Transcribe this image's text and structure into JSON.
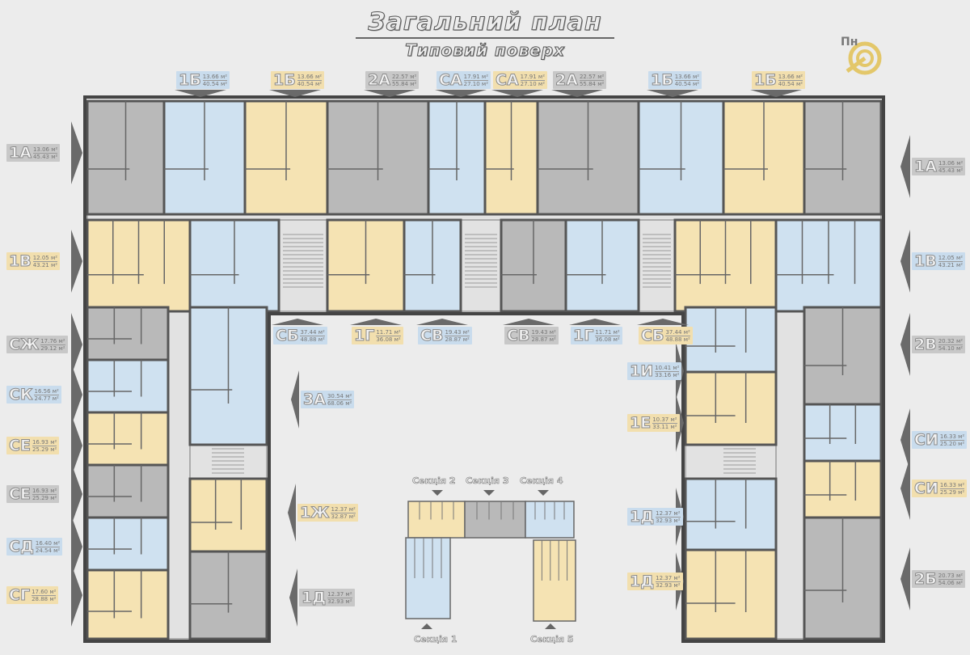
{
  "header": {
    "title": "Загальний план",
    "subtitle": "Типовий поверх",
    "logo_text": "Пн"
  },
  "unit": "м²",
  "colors": {
    "gray": "#b9b9b9",
    "blue": "#cfe1f0",
    "yellow": "#f5e3b3",
    "wall": "#555555",
    "background": "#ececec"
  },
  "labels": {
    "top": [
      {
        "code": "1Б",
        "living": "13.66",
        "total": "40.54",
        "color": "blue"
      },
      {
        "code": "1Б",
        "living": "13.66",
        "total": "40.54",
        "color": "yellow"
      },
      {
        "code": "2А",
        "living": "22.57",
        "total": "55.84",
        "color": "gray"
      },
      {
        "code": "СА",
        "living": "17.91",
        "total": "27.10",
        "color": "blue"
      },
      {
        "code": "СА",
        "living": "17.91",
        "total": "27.10",
        "color": "yellow"
      },
      {
        "code": "2А",
        "living": "22.57",
        "total": "55.84",
        "color": "gray"
      },
      {
        "code": "1Б",
        "living": "13.66",
        "total": "40.54",
        "color": "blue"
      },
      {
        "code": "1Б",
        "living": "13.66",
        "total": "40.54",
        "color": "yellow"
      }
    ],
    "left": [
      {
        "code": "1А",
        "living": "13.06",
        "total": "45.43",
        "color": "gray"
      },
      {
        "code": "1В",
        "living": "12.05",
        "total": "43.21",
        "color": "yellow"
      },
      {
        "code": "СЖ",
        "living": "17.76",
        "total": "29.12",
        "color": "gray"
      },
      {
        "code": "СК",
        "living": "16.56",
        "total": "24.77",
        "color": "blue"
      },
      {
        "code": "СЕ",
        "living": "16.93",
        "total": "25.29",
        "color": "yellow"
      },
      {
        "code": "СЕ",
        "living": "16.93",
        "total": "25.29",
        "color": "gray"
      },
      {
        "code": "СД",
        "living": "16.40",
        "total": "24.54",
        "color": "blue"
      },
      {
        "code": "СГ",
        "living": "17.60",
        "total": "28.88",
        "color": "yellow"
      }
    ],
    "right": [
      {
        "code": "1А",
        "living": "13.06",
        "total": "45.43",
        "color": "gray"
      },
      {
        "code": "1В",
        "living": "12.05",
        "total": "43.21",
        "color": "blue"
      },
      {
        "code": "2В",
        "living": "20.32",
        "total": "54.10",
        "color": "gray"
      },
      {
        "code": "СИ",
        "living": "16.33",
        "total": "25.20",
        "color": "blue"
      },
      {
        "code": "СИ",
        "living": "16.33",
        "total": "25.29",
        "color": "yellow"
      },
      {
        "code": "2Б",
        "living": "20.73",
        "total": "54.06",
        "color": "gray"
      }
    ],
    "middle": [
      {
        "code": "СБ",
        "living": "37.44",
        "total": "48.88",
        "color": "blue"
      },
      {
        "code": "1Г",
        "living": "11.71",
        "total": "36.08",
        "color": "yellow"
      },
      {
        "code": "СВ",
        "living": "19.43",
        "total": "28.87",
        "color": "blue"
      },
      {
        "code": "СВ",
        "living": "19.43",
        "total": "28.87",
        "color": "gray"
      },
      {
        "code": "1Г",
        "living": "11.71",
        "total": "36.08",
        "color": "blue"
      },
      {
        "code": "СБ",
        "living": "37.44",
        "total": "48.88",
        "color": "yellow"
      }
    ],
    "inner_left": [
      {
        "code": "3А",
        "living": "30.54",
        "total": "68.06",
        "color": "blue"
      },
      {
        "code": "1Ж",
        "living": "12.37",
        "total": "32.87",
        "color": "yellow"
      },
      {
        "code": "1Д",
        "living": "12.37",
        "total": "32.93",
        "color": "gray"
      }
    ],
    "inner_right": [
      {
        "code": "1И",
        "living": "10.41",
        "total": "33.16",
        "color": "blue"
      },
      {
        "code": "1Е",
        "living": "10.37",
        "total": "33.11",
        "color": "yellow"
      },
      {
        "code": "1Д",
        "living": "12.37",
        "total": "32.93",
        "color": "blue"
      },
      {
        "code": "1Д",
        "living": "12.37",
        "total": "32.93",
        "color": "yellow"
      }
    ]
  },
  "minimap": {
    "sections": [
      "Секція 1",
      "Секція 2",
      "Секція 3",
      "Секція 4",
      "Секція 5"
    ]
  }
}
